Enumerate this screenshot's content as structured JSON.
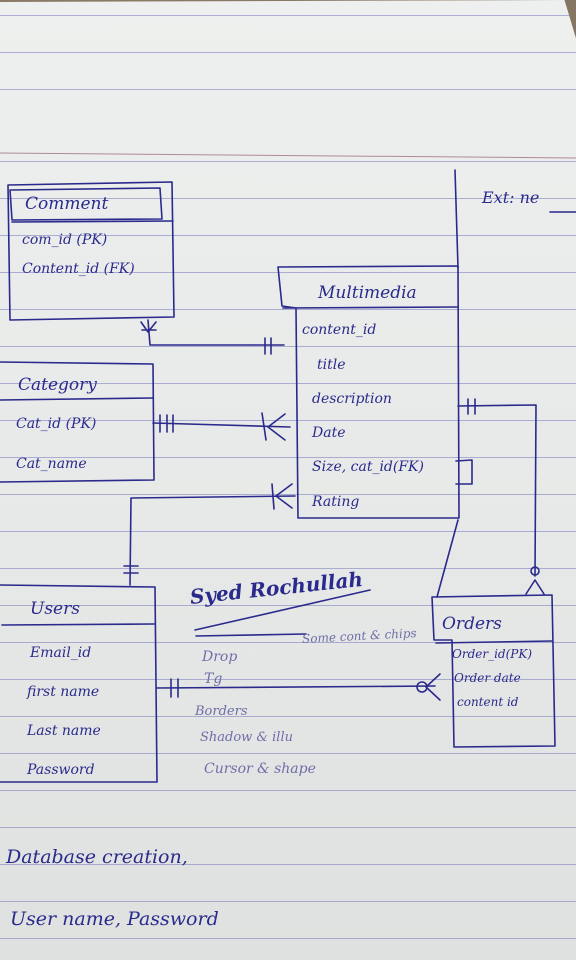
{
  "diagram": {
    "entities": {
      "comment": {
        "title": "Comment",
        "attributes": [
          "com_id (PK)",
          "Content_id (FK)"
        ]
      },
      "multimedia": {
        "title": "Multimedia",
        "attributes": [
          "content_id",
          "title",
          "description",
          "Date",
          "Size, cat_id(FK)",
          "Rating"
        ]
      },
      "category": {
        "title": "Category",
        "attributes": [
          "Cat_id (PK)",
          "Cat_name"
        ]
      },
      "users": {
        "title": "Users",
        "attributes": [
          "Email_id",
          "first name",
          "Last name",
          "Password"
        ]
      },
      "orders": {
        "title": "Orders",
        "attributes": [
          "Order_id(PK)",
          "Order date",
          "content id"
        ]
      }
    },
    "margin_note": "Ext: ne",
    "signature": "Syed Rochullah",
    "side_notes": [
      "Drop",
      "Tg",
      "Borders",
      "Shadow & illu",
      "Cursor & shape"
    ],
    "faint_note": "Some cont & chips",
    "bottom_notes": [
      "Database creation,",
      "User name, Password"
    ],
    "colors": {
      "ink": "#2a2a8c",
      "rule": "#7878be",
      "paper": "#e9ebea"
    }
  }
}
